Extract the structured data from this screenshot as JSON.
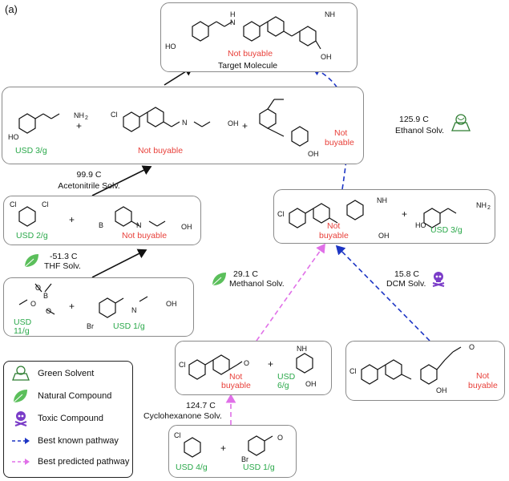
{
  "panel_label": "(a)",
  "target": {
    "status": "Not buyable",
    "caption": "Target Molecule"
  },
  "step_top": {
    "r1_price": "USD 3/g",
    "r2_status": "Not buyable",
    "r3_status_1": "Not",
    "r3_status_2": "buyable"
  },
  "cond_acetonitrile": {
    "temp": "99.9 C",
    "solvent": "Acetonitrile Solv."
  },
  "step_mid": {
    "r1_price": "USD 2/g",
    "r2_status": "Not buyable"
  },
  "cond_thf": {
    "temp": "-51.3 C",
    "solvent": "THF Solv."
  },
  "step_bottom": {
    "r1_price_1": "USD",
    "r1_price_2": "11/g",
    "r2_price": "USD 1/g"
  },
  "cond_ethanol": {
    "temp": "125.9 C",
    "solvent": "Ethanol Solv."
  },
  "intermediate": {
    "status_1": "Not",
    "status_2": "buyable",
    "r2_price": "USD 3/g"
  },
  "cond_methanol": {
    "temp": "29.1 C",
    "solvent": "Methanol Solv."
  },
  "cond_dcm": {
    "temp": "15.8 C",
    "solvent": "DCM Solv."
  },
  "pred_step": {
    "r1_status_1": "Not",
    "r1_status_2": "buyable",
    "r2_price_1": "USD",
    "r2_price_2": "6/g"
  },
  "known_step": {
    "status_1": "Not",
    "status_2": "buyable"
  },
  "cond_cyclohexanone": {
    "temp": "124.7 C",
    "solvent": "Cyclohexanone Solv."
  },
  "start_pred": {
    "r1_price": "USD 4/g",
    "r2_price": "USD 1/g"
  },
  "plus": "+",
  "atoms": {
    "HO": "HO",
    "H": "H",
    "N": "N",
    "NH": "NH",
    "NH2": "NH",
    "sub2": "2",
    "OH": "OH",
    "O": "O",
    "Cl": "Cl",
    "Br": "Br",
    "B": "B"
  },
  "legend": {
    "items": [
      {
        "icon": "green-solvent-icon",
        "label": "Green Solvent"
      },
      {
        "icon": "leaf-icon",
        "label": "Natural Compound"
      },
      {
        "icon": "skull-icon",
        "label": "Toxic Compound"
      },
      {
        "icon": "blue-dashed-line-icon",
        "label": "Best known pathway"
      },
      {
        "icon": "pink-dashed-line-icon",
        "label": "Best predicted pathway"
      }
    ]
  },
  "colors": {
    "known": "#1d35c4",
    "predicted": "#e070e8",
    "not_buyable": "#e8403a",
    "price": "#2aa84a",
    "leaf": "#5bbf5b",
    "skull": "#7a3cc8"
  }
}
